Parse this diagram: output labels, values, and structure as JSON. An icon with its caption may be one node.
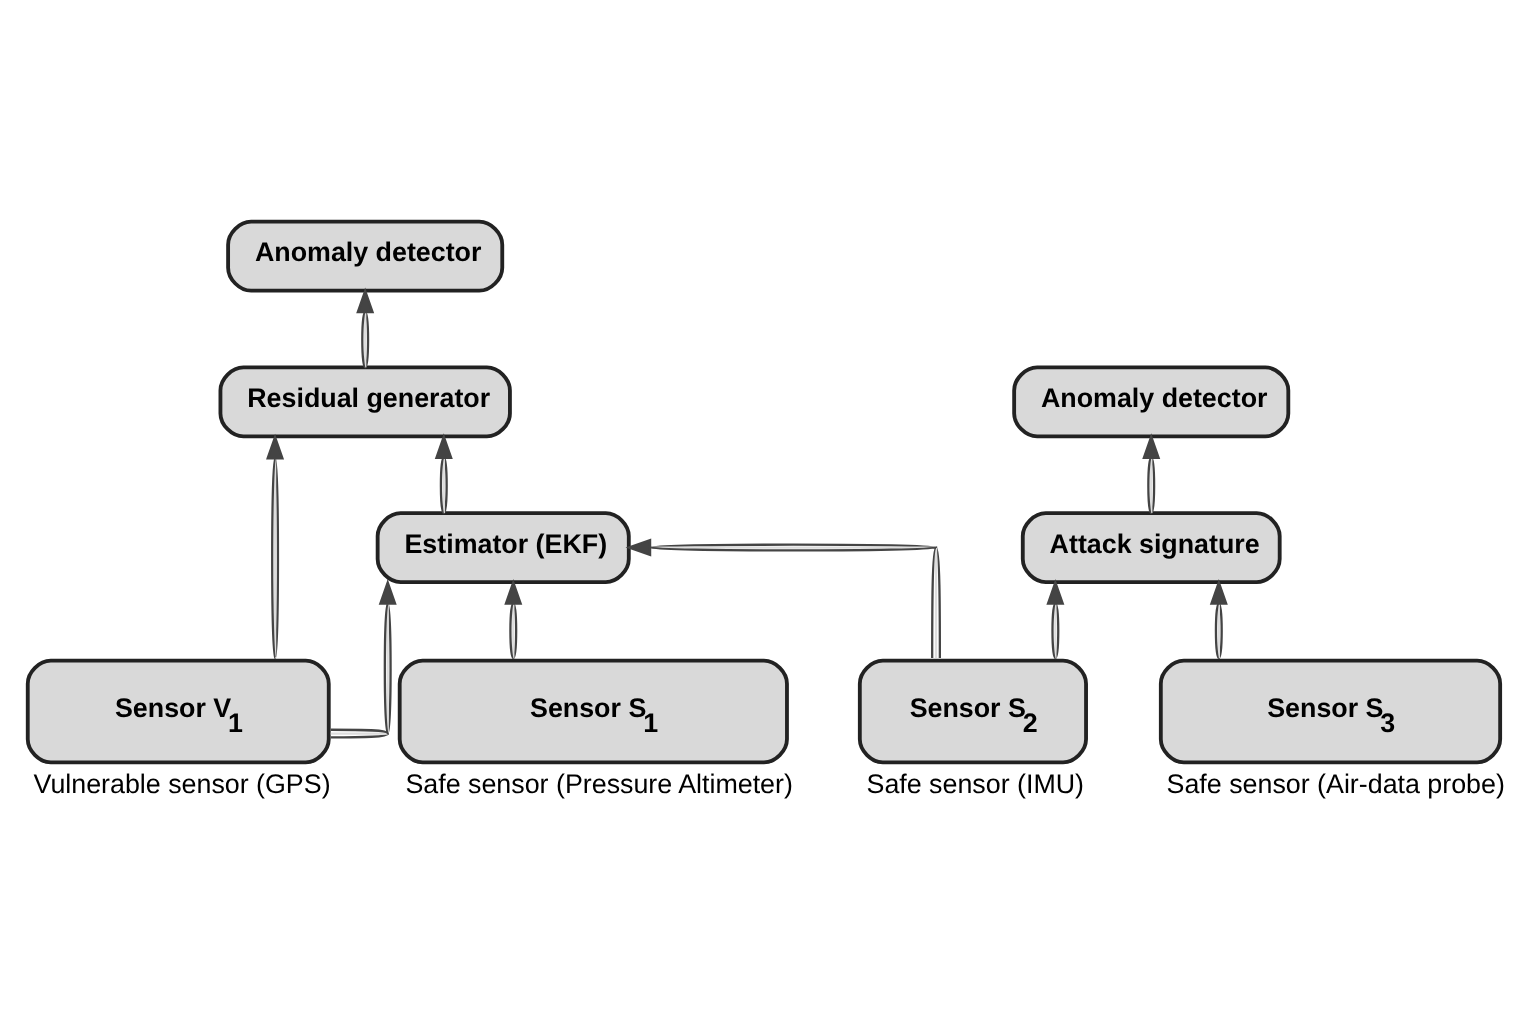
{
  "diagram": {
    "nodes": [
      {
        "text": [
          "Anomaly detector"
        ]
      },
      {
        "text": [
          "Residual generator"
        ]
      },
      {
        "text": [
          "Estimator (EKF)"
        ]
      },
      {
        "text": [
          "Anomaly detector"
        ]
      },
      {
        "text": [
          "Attack signature"
        ]
      },
      {
        "text": [
          "Sensor S$_{1}$"
        ],
        "beside": [
          "Safe sensor (Pressure Altimeter)"
        ]
      },
      {
        "text": [
          "Sensor V$_{1}$"
        ],
        "beside": [
          "Vulnerable sensor (GPS)"
        ]
      },
      {
        "text": [
          "Sensor S$_{2}$"
        ],
        "beside": [
          "Safe sensor (IMU)"
        ]
      },
      {
        "text": [
          "Sensor S$_{3}$"
        ],
        "beside": [
          "Safe sensor (Air-data probe)"
        ]
      }
    ],
    "edges": [
      {
        "from": 5,
        "to": 2,
        "arrow": "to"
      },
      {
        "from": 6,
        "to": 2,
        "arrow": "to"
      },
      {
        "from": 6,
        "to": 1,
        "arrow": "to"
      },
      {
        "from": 7,
        "to": 2,
        "arrow": "to"
      },
      {
        "from": 7,
        "to": 4,
        "arrow": "to"
      },
      {
        "from": 2,
        "to": 1,
        "arrow": "to"
      },
      {
        "from": 1,
        "to": 0,
        "arrow": "to"
      },
      {
        "from": 8,
        "to": 4,
        "arrow": "to"
      },
      {
        "from": 4,
        "to": 3,
        "arrow": "to"
      }
    ]
  }
}
